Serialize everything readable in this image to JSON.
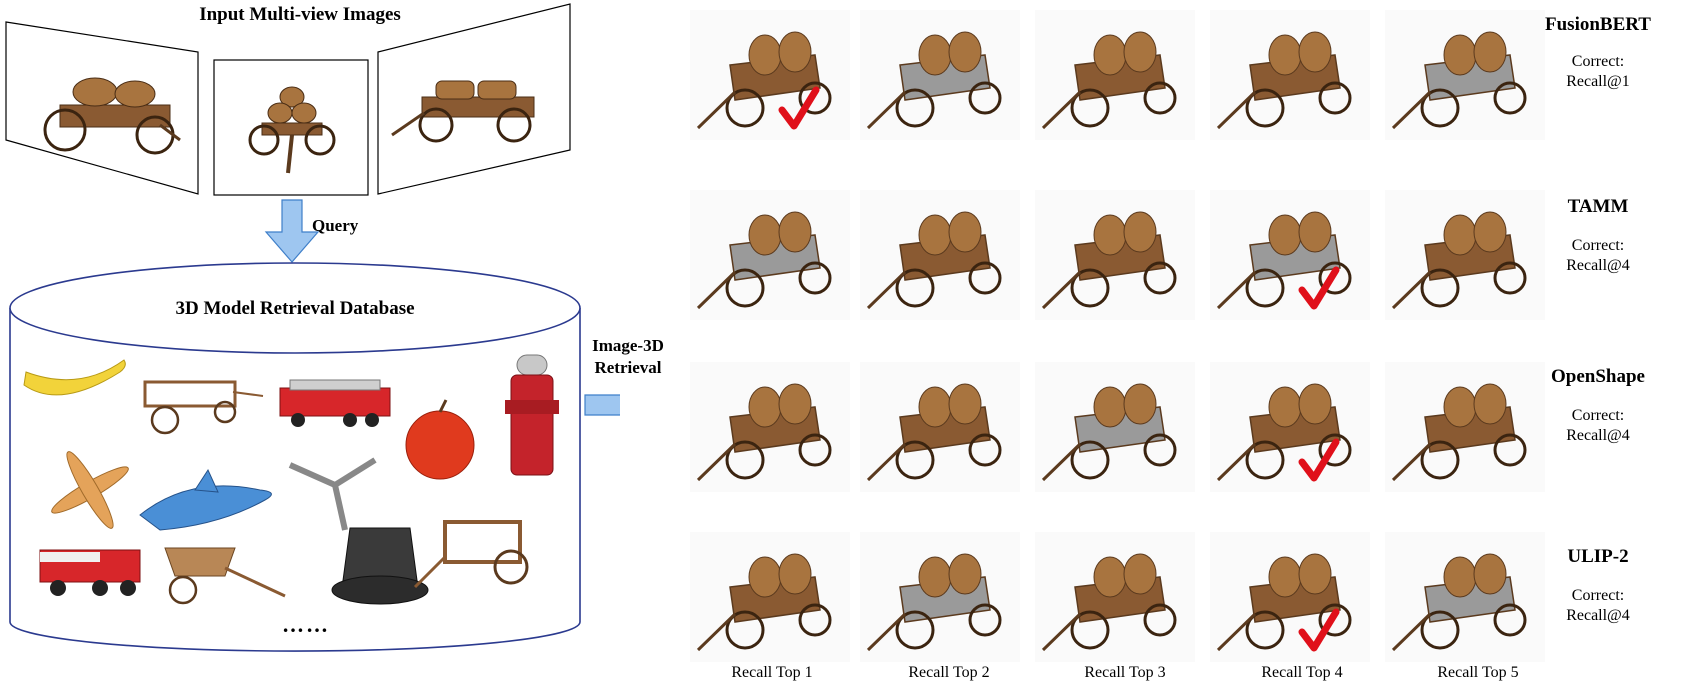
{
  "input": {
    "title": "Input Multi-view Images",
    "query_label": "Query"
  },
  "database": {
    "title": "3D Model Retrieval Database",
    "ellipsis": "……",
    "items": [
      "banana",
      "wooden cart",
      "fire truck",
      "apple",
      "fire hydrant",
      "propeller",
      "shark",
      "ceiling fan",
      "fire truck",
      "wheelbarrow cart",
      "top hat",
      "hand cart"
    ]
  },
  "retrieval_label_line1": "Image-3D",
  "retrieval_label_line2": "Retrieval",
  "methods": [
    {
      "name": "FusionBERT",
      "note1": "Correct:",
      "note2": "Recall@1",
      "correct_rank": 1
    },
    {
      "name": "TAMM",
      "note1": "Correct:",
      "note2": "Recall@4",
      "correct_rank": 4
    },
    {
      "name": "OpenShape",
      "note1": "Correct:",
      "note2": "Recall@4",
      "correct_rank": 4
    },
    {
      "name": "ULIP-2",
      "note1": "Correct:",
      "note2": "Recall@4",
      "correct_rank": 4
    }
  ],
  "columns": [
    "Recall Top 1",
    "Recall Top 2",
    "Recall Top 3",
    "Recall Top 4",
    "Recall Top 5"
  ],
  "colors": {
    "wood": "#8a5a32",
    "wood_dark": "#5b3a1e",
    "barrel": "#a8743f",
    "arrow": "#9ec6f0",
    "arrow_stroke": "#3f7fc9",
    "db_stroke": "#2b3a8f",
    "check": "#e0101a"
  }
}
